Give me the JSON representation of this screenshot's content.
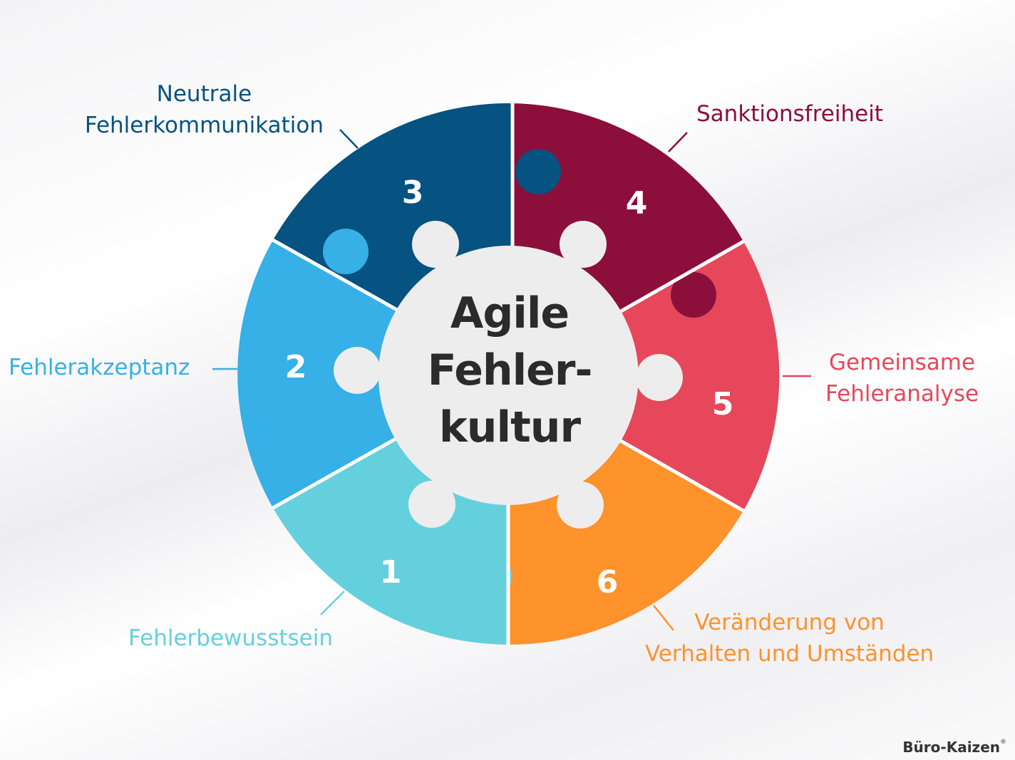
{
  "center": {
    "lines": [
      "Agile",
      "Fehler-",
      "kultur"
    ]
  },
  "colors": {
    "piece_1": "#65d0dd",
    "piece_2": "#36b0e6",
    "piece_3": "#065280",
    "piece_4": "#8c0e3b",
    "piece_5": "#e6475a",
    "piece_6": "#fe922b",
    "center_fill": "#ededed",
    "separator": "#ffffff"
  },
  "pieces": [
    {
      "number": "1",
      "label": [
        "Fehlerbewusstsein"
      ]
    },
    {
      "number": "2",
      "label": [
        "Fehlerakzeptanz"
      ]
    },
    {
      "number": "3",
      "label": [
        "Neutrale",
        "Fehlerkommunikation"
      ]
    },
    {
      "number": "4",
      "label": [
        "Sanktionsfreiheit"
      ]
    },
    {
      "number": "5",
      "label": [
        "Gemeinsame",
        "Fehleranalyse"
      ]
    },
    {
      "number": "6",
      "label": [
        "Veränderung von",
        "Verhalten und Umständen"
      ]
    }
  ],
  "brand": {
    "name": "Büro-Kaizen",
    "mark": "®"
  }
}
